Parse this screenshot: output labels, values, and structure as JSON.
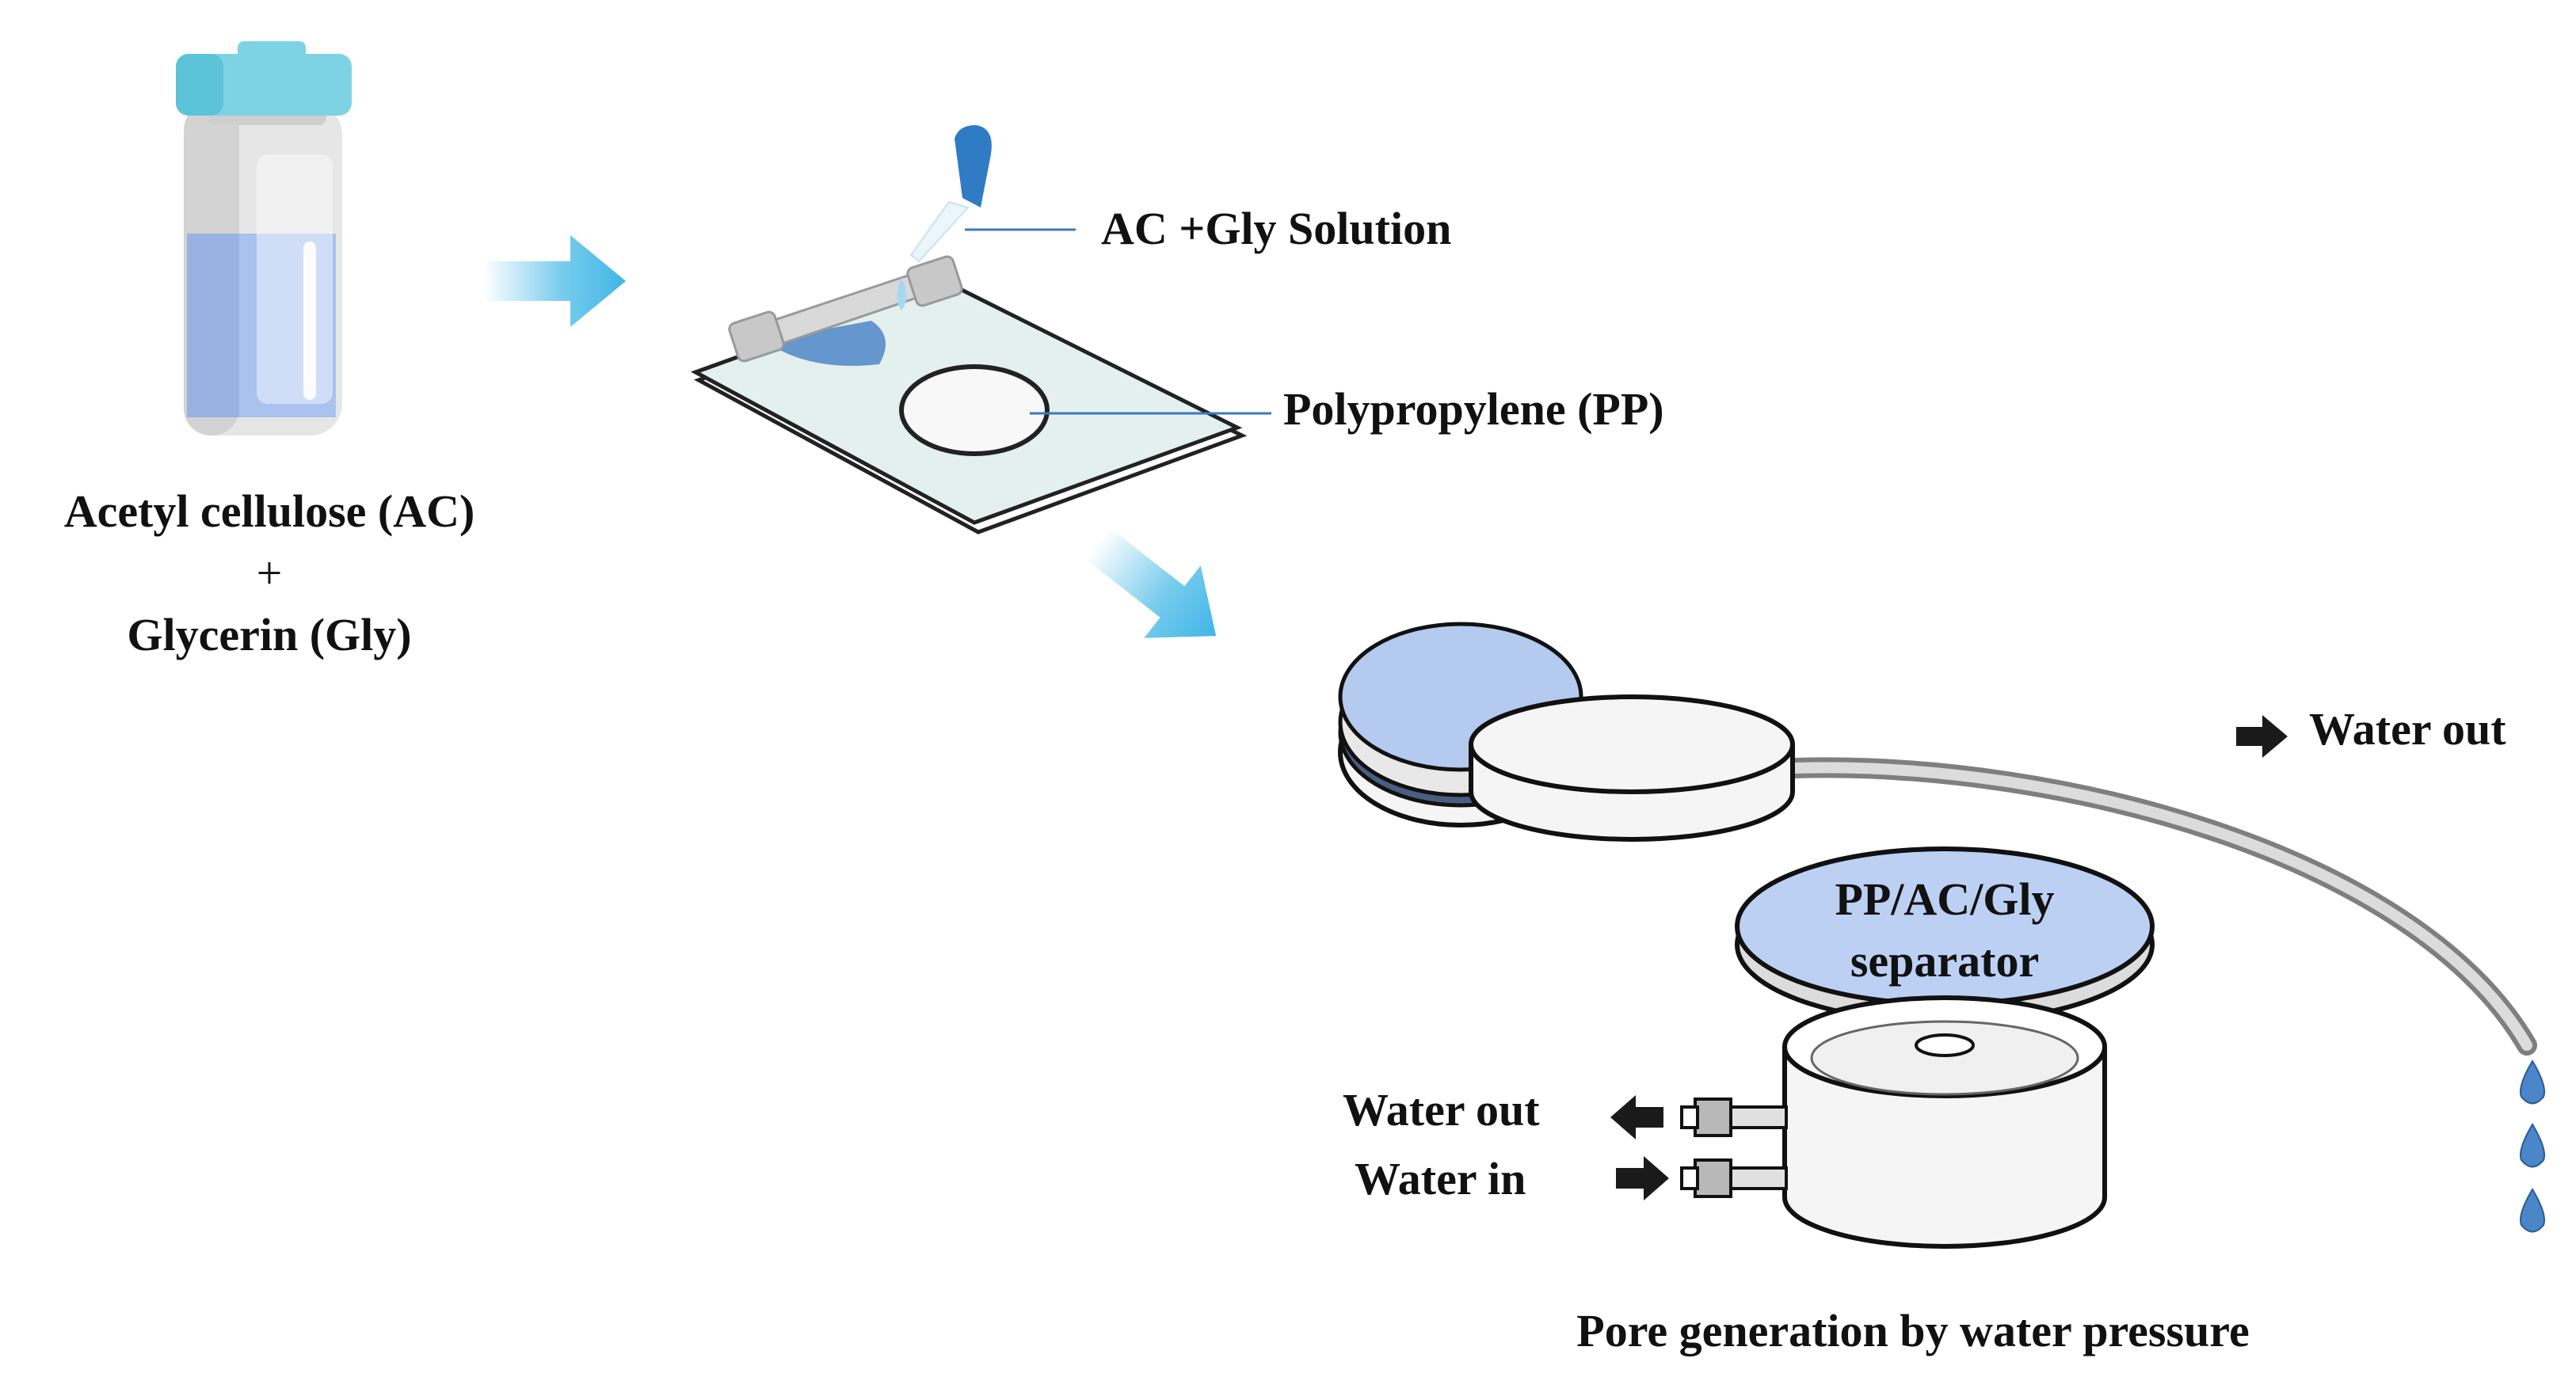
{
  "labels": {
    "material_line1": "Acetyl cellulose (AC)",
    "material_plus": "+",
    "material_line2": "Glycerin (Gly)",
    "solution": "AC +Gly Solution",
    "substrate": "Polypropylene (PP)",
    "separator_line1": "PP/AC/Gly",
    "separator_line2": "separator",
    "water_out_top": "Water out",
    "water_out_side": "Water out",
    "water_in_side": "Water in",
    "caption": "Pore generation by water pressure"
  },
  "colors": {
    "accent_arrow": "#3fb6e6",
    "vial_cap": "#7dd3e3",
    "liquid": "#a9c2ee",
    "separator_fill": "#bcd0f3",
    "droplet": "#4a86c8",
    "text": "#111111"
  },
  "icons": [
    "vial-icon",
    "pipette-icon",
    "applicator-bar-icon",
    "droplet-icon",
    "arrow-right-icon",
    "arrow-left-icon"
  ]
}
